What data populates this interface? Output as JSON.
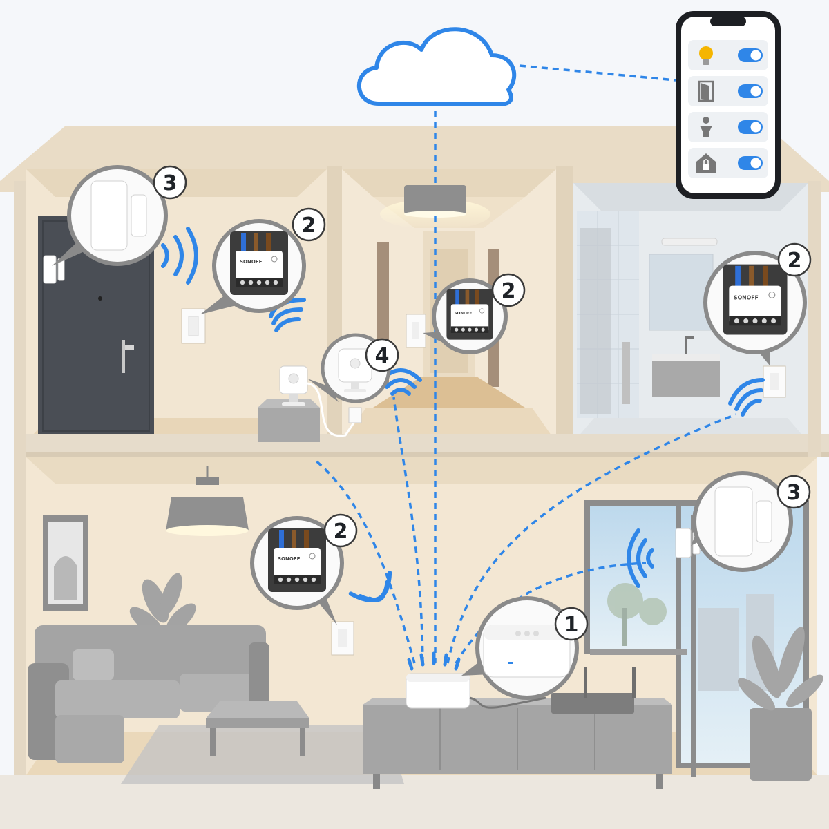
{
  "colors": {
    "accent": "#2f86e8",
    "wall": "#f2e6d2",
    "floor": "#eddcc0",
    "furniture": "#9a9a9a",
    "device": "#ffffff",
    "door": "#4a4e55"
  },
  "device_labels": {
    "hub": "1",
    "switch": "2",
    "door_sensor": "3",
    "motion_sensor": "4"
  },
  "switch_brand": "SONOFF",
  "phone": {
    "items": [
      {
        "icon": "lightbulb-icon",
        "state": "on"
      },
      {
        "icon": "door-icon",
        "state": "on"
      },
      {
        "icon": "person-icon",
        "state": "on"
      },
      {
        "icon": "home-lock-icon",
        "state": "on"
      }
    ]
  }
}
